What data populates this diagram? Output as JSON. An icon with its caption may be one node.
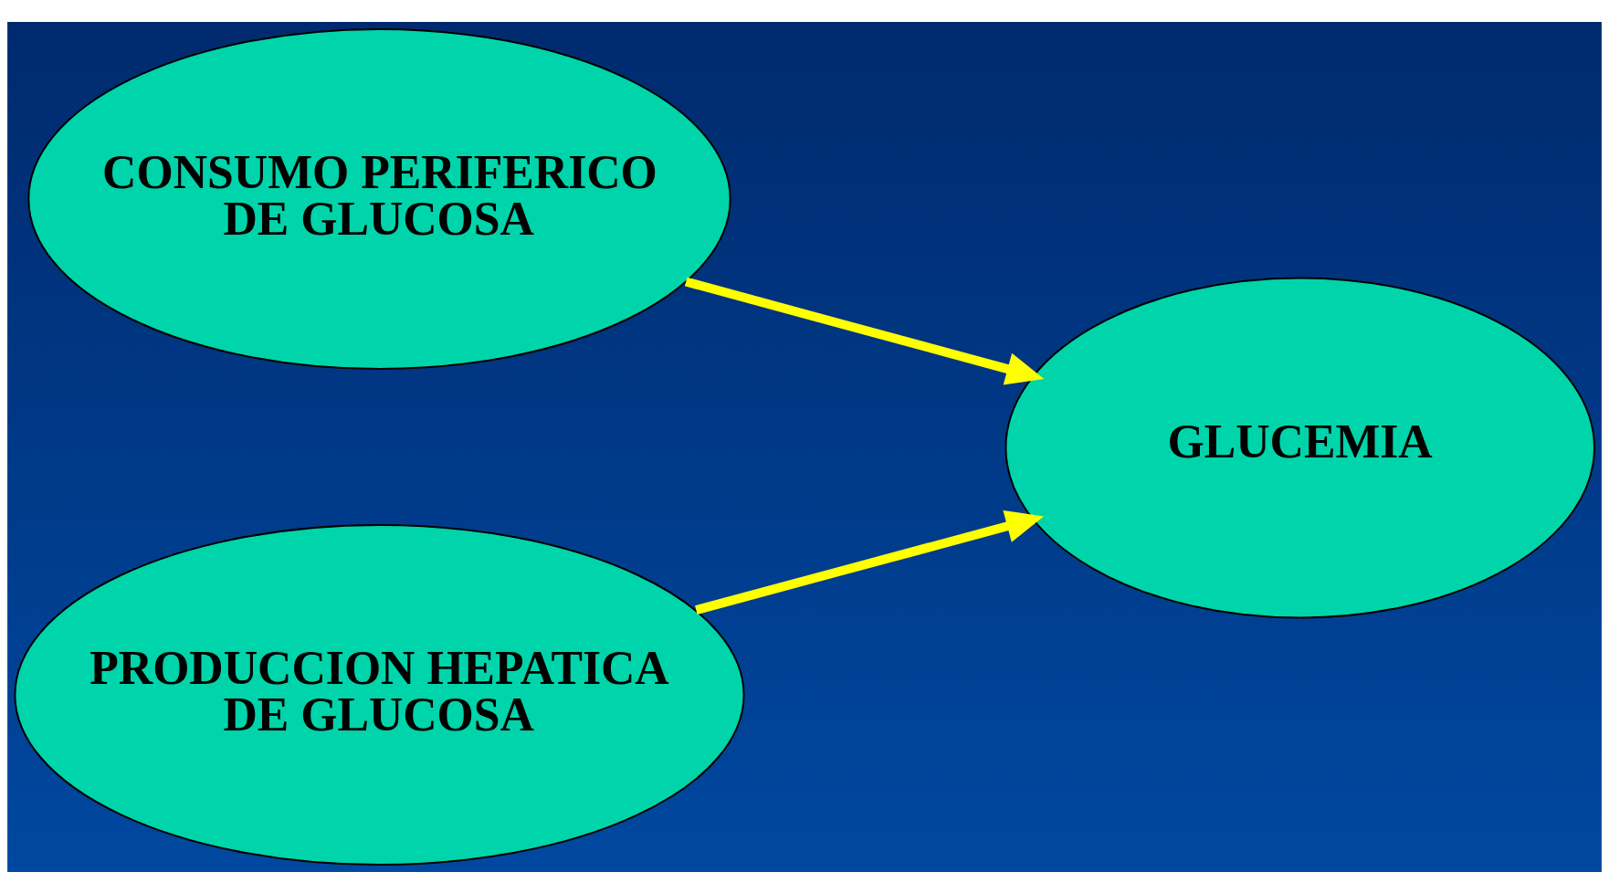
{
  "diagram": {
    "nodes": [
      {
        "text": [
          "CONSUMO PERIFERICO DE GLUCOSA"
        ]
      },
      {
        "text": [
          "GLUCEMIA"
        ]
      },
      {
        "text": [
          "PRODUCCION HEPATICA DE GLUCOSA"
        ]
      }
    ],
    "edges": [
      {
        "from": 0,
        "to": 1,
        "arrow": "to"
      },
      {
        "from": 2,
        "to": 1,
        "arrow": "to"
      }
    ]
  }
}
